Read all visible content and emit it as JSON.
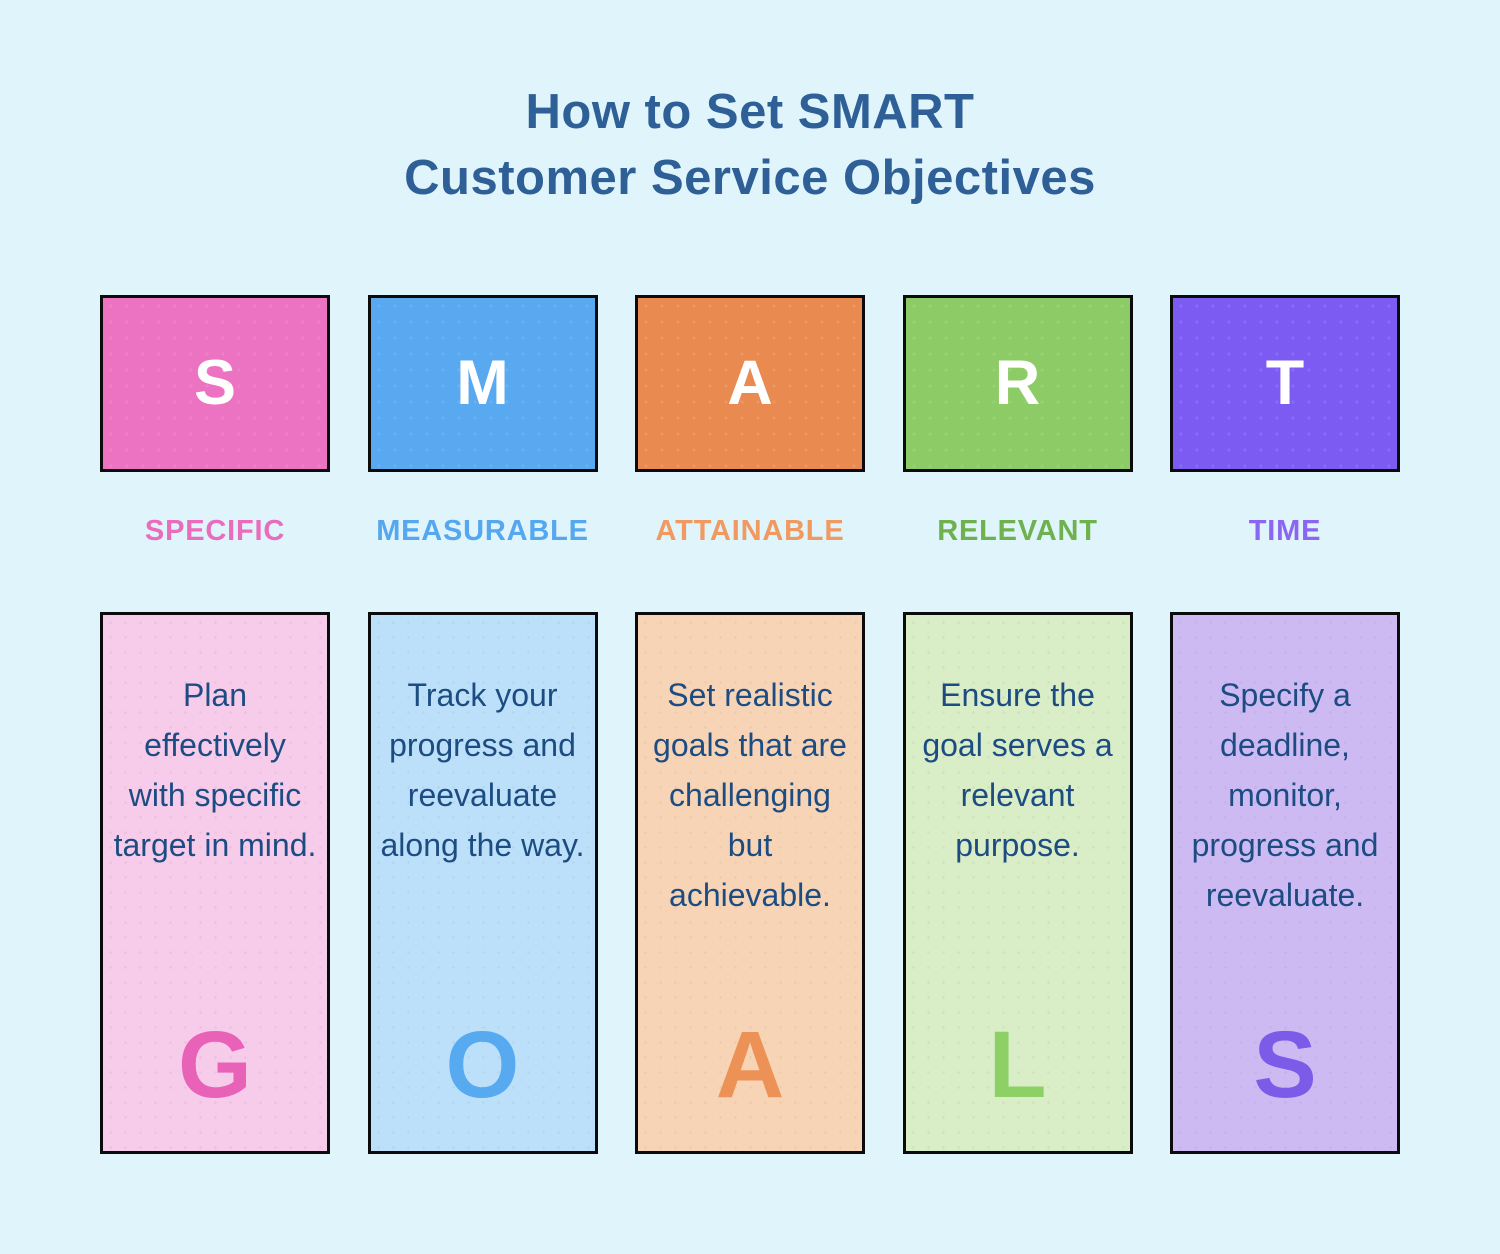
{
  "title": {
    "line1": "How to Set SMART",
    "line2": "Customer Service Objectives"
  },
  "colors": {
    "background": "#e0f4fb",
    "title_text": "#2e5f97",
    "card_text": "#1c4c82",
    "box_letter": "#ffffff",
    "border": "#0b0b0b"
  },
  "columns": [
    {
      "letter": "S",
      "label": "SPECIFIC",
      "description": "Plan effectively with specific target in mind.",
      "goal_letter": "G",
      "colors": {
        "box": "#eb73c1",
        "label": "#ea6cbc",
        "card_bg": "#f7cbea",
        "goal_letter": "#e863b8"
      }
    },
    {
      "letter": "M",
      "label": "MEASURABLE",
      "description": "Track your progress and reevaluate along the way.",
      "goal_letter": "O",
      "colors": {
        "box": "#58a9f0",
        "label": "#55a7ef",
        "card_bg": "#bce0f9",
        "goal_letter": "#57a9f0"
      }
    },
    {
      "letter": "A",
      "label": "ATTAINABLE",
      "description": "Set realistic goals that are challenging but achievable.",
      "goal_letter": "A",
      "colors": {
        "box": "#e98a51",
        "label": "#f09a62",
        "card_bg": "#f8d4b6",
        "goal_letter": "#ec9256"
      }
    },
    {
      "letter": "R",
      "label": "RELEVANT",
      "description": "Ensure the goal serves a relevant purpose.",
      "goal_letter": "L",
      "colors": {
        "box": "#8ccb65",
        "label": "#6eb14e",
        "card_bg": "#d9edc6",
        "goal_letter": "#8dd166"
      }
    },
    {
      "letter": "T",
      "label": "TIME",
      "description": "Specify a deadline, monitor, progress and reevaluate.",
      "goal_letter": "S",
      "colors": {
        "box": "#7b5bf2",
        "label": "#8a66f2",
        "card_bg": "#cdbaf3",
        "goal_letter": "#7c5be8"
      }
    }
  ]
}
